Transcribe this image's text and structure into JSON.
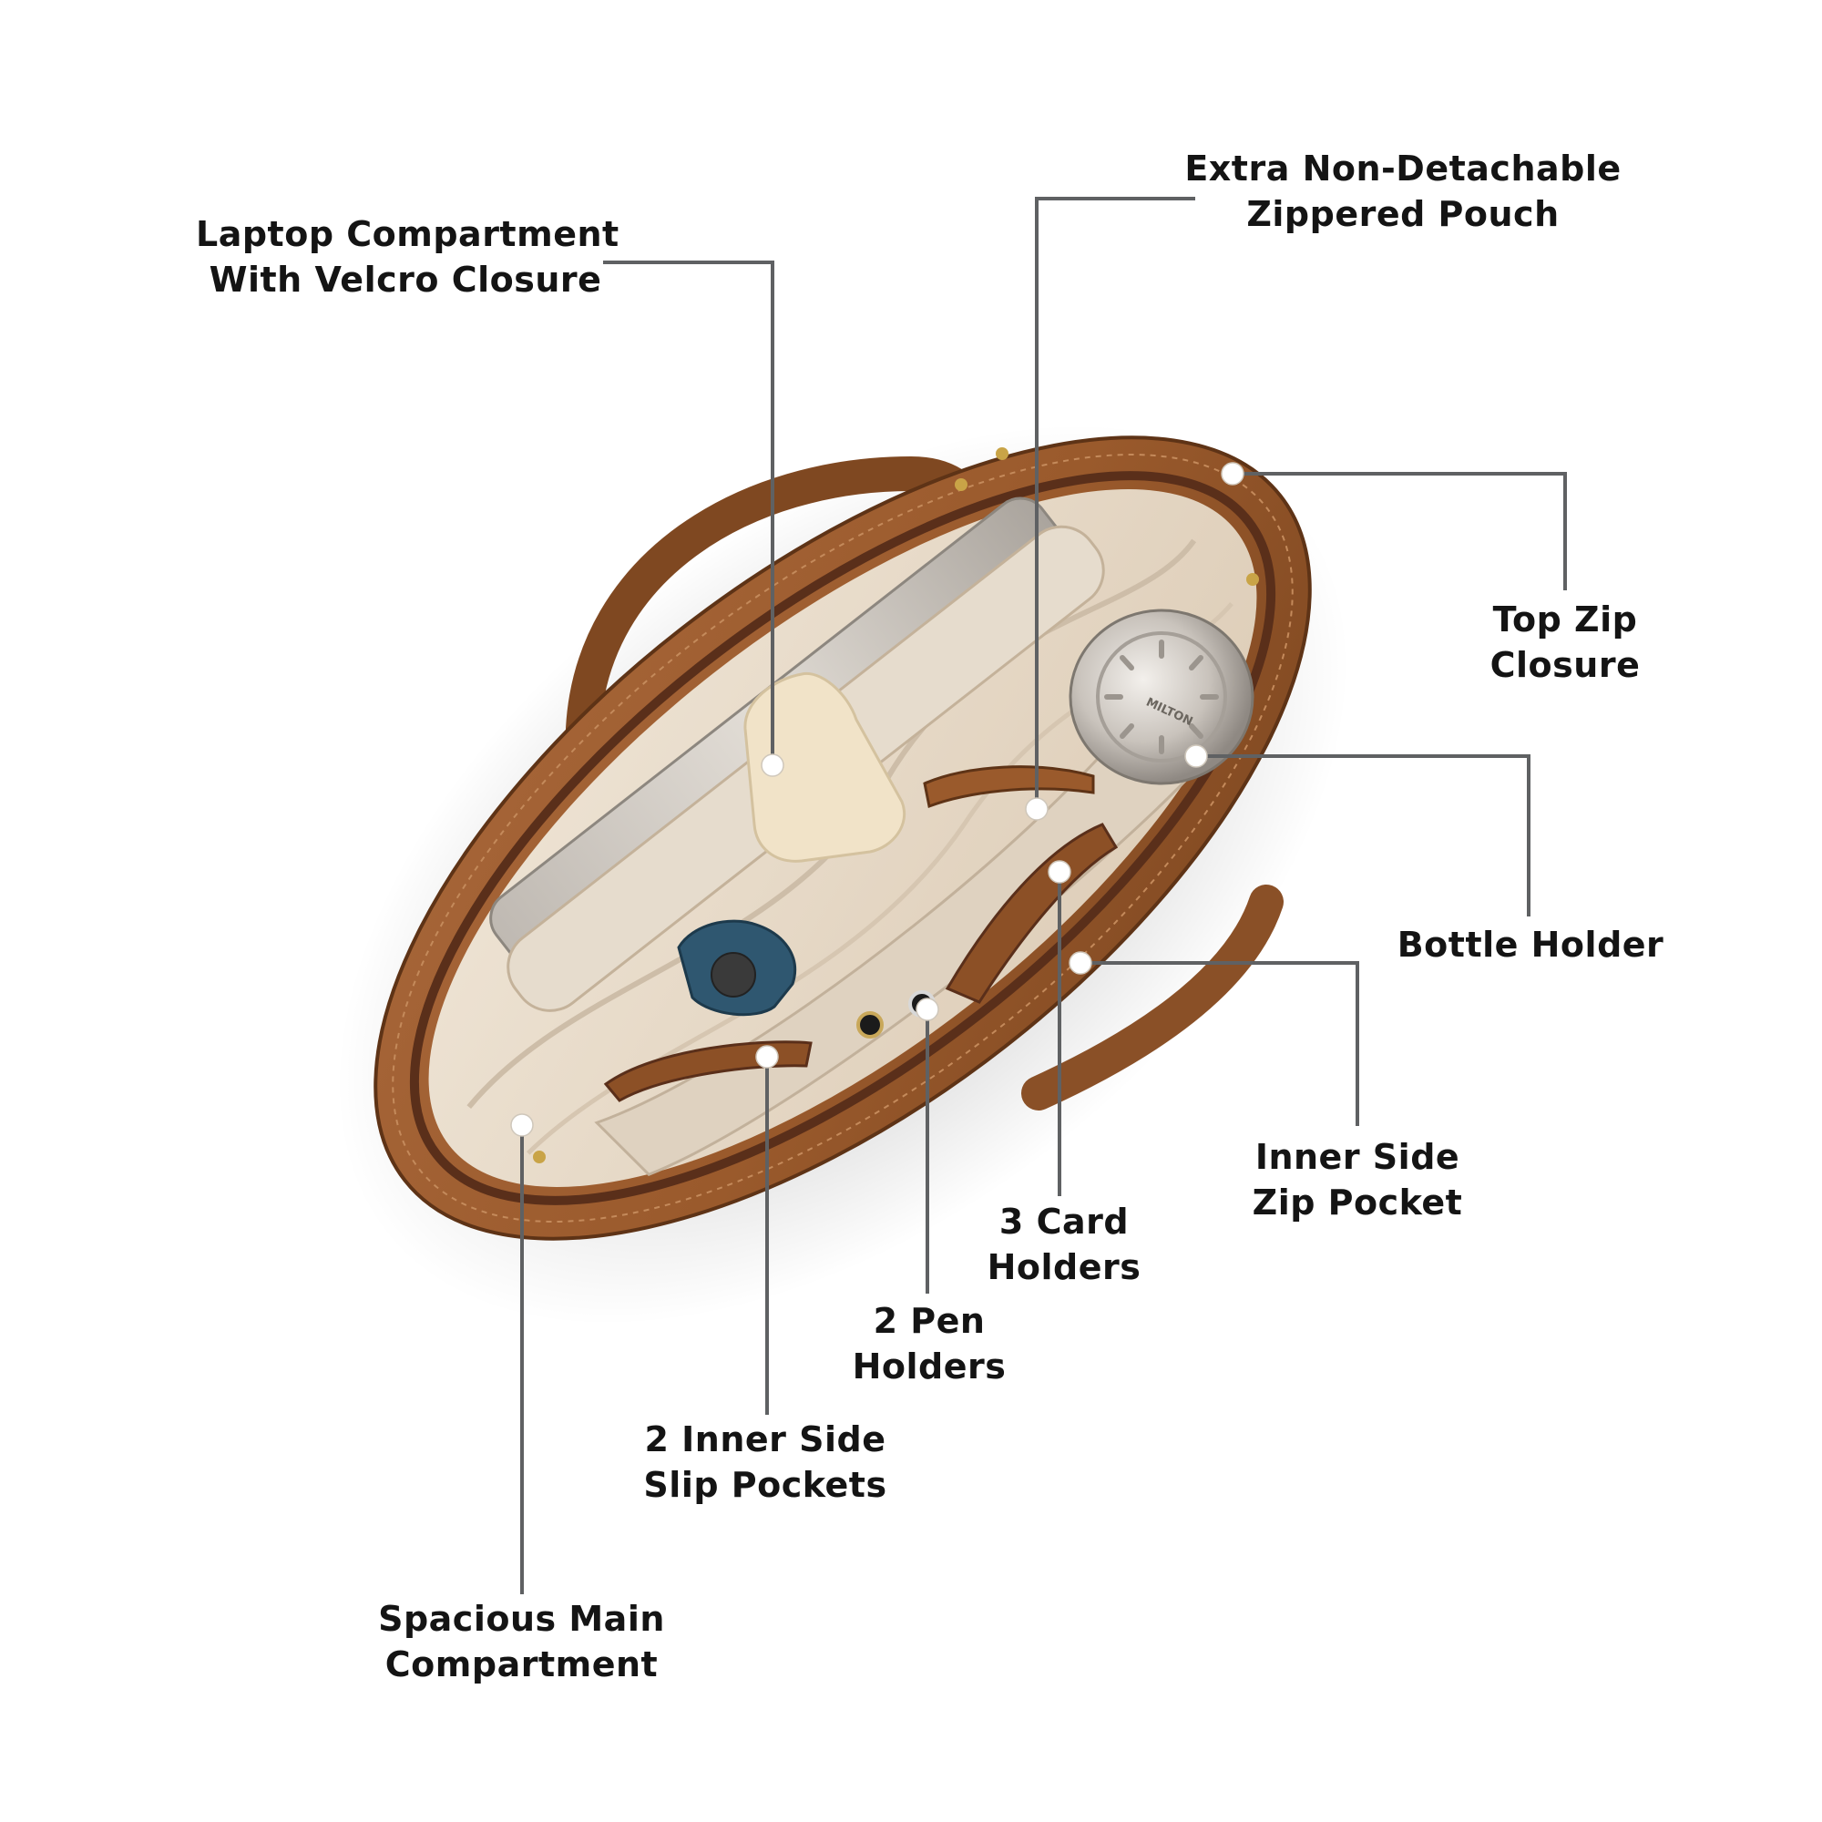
{
  "callouts": [
    {
      "id": "laptop",
      "line1": "Laptop Compartment",
      "line2": "With Velcro Closure"
    },
    {
      "id": "pouch",
      "line1": "Extra Non-Detachable",
      "line2": "Zippered Pouch"
    },
    {
      "id": "topzip",
      "line1": "Top Zip",
      "line2": "Closure"
    },
    {
      "id": "bottle",
      "line1": "Bottle Holder",
      "line2": ""
    },
    {
      "id": "innerzip",
      "line1": "Inner Side",
      "line2": "Zip Pocket"
    },
    {
      "id": "cards",
      "line1": "3 Card",
      "line2": "Holders"
    },
    {
      "id": "pens",
      "line1": "2 Pen",
      "line2": "Holders"
    },
    {
      "id": "slip",
      "line1": "2 Inner Side",
      "line2": "Slip Pockets"
    },
    {
      "id": "main",
      "line1": "Spacious Main",
      "line2": "Compartment"
    }
  ],
  "product": {
    "bottle_brand": "MILTON",
    "colors": {
      "leather": "#9a5a2c",
      "leather_dark": "#6f3d19",
      "lining": "#e9ddcd",
      "lining_shadow": "#cdbda8",
      "zipper": "#5a2f1a",
      "strap": "#f1e3c8",
      "steel": "#cfcac4",
      "blue_bottle": "#2f5770"
    }
  }
}
